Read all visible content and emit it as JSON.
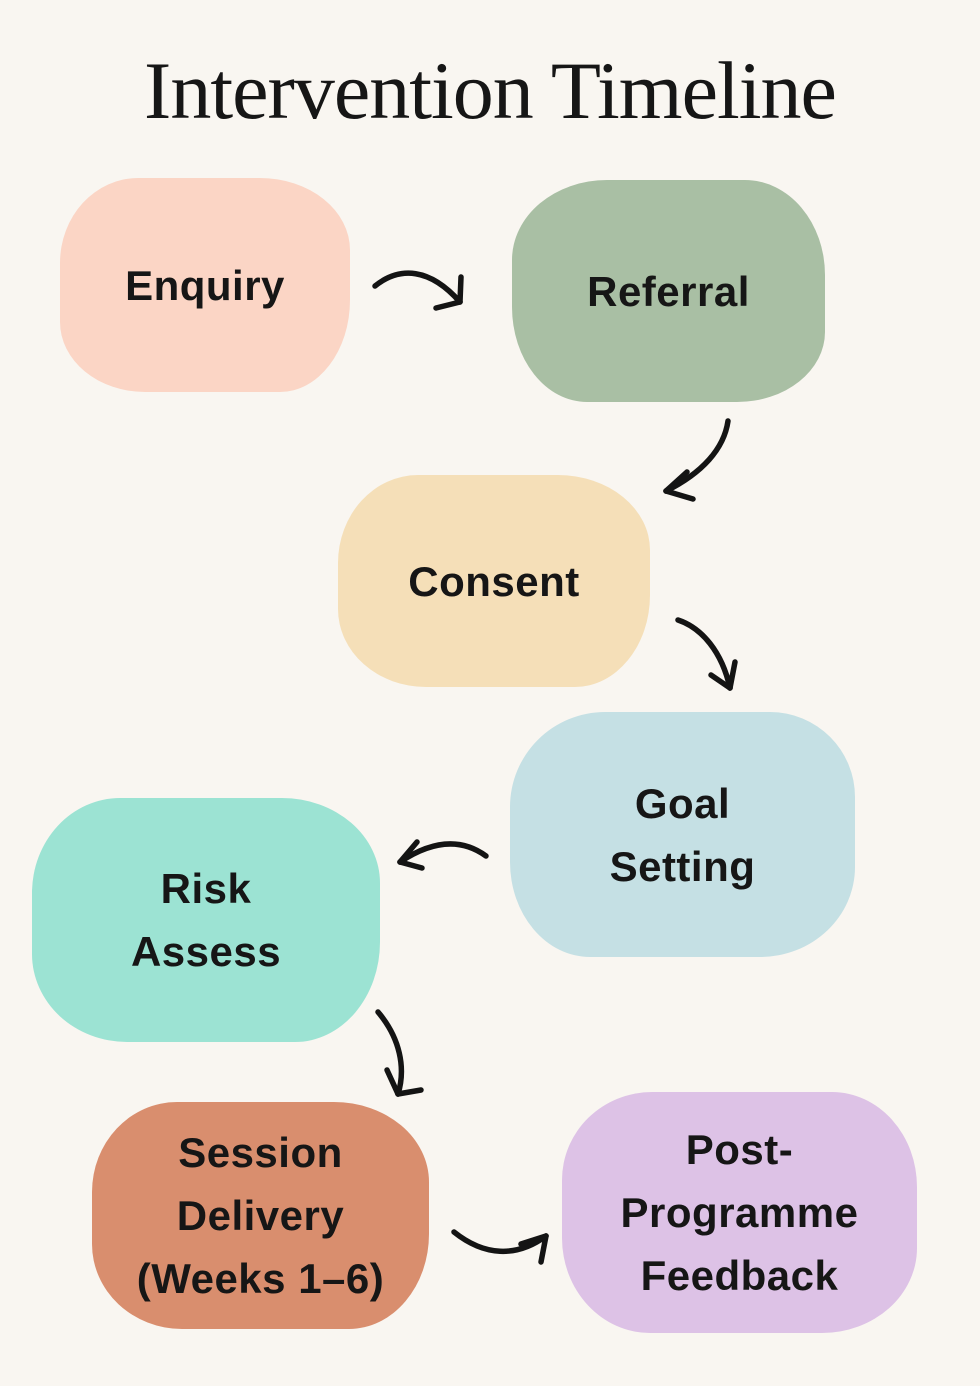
{
  "title": "Intervention Timeline",
  "colors": {
    "background": "#f9f6f1",
    "text": "#161616",
    "arrow": "#141414"
  },
  "nodes": [
    {
      "id": "enquiry",
      "label": "Enquiry",
      "fill": "#fbd5c5"
    },
    {
      "id": "referral",
      "label": "Referral",
      "fill": "#a9bfa4"
    },
    {
      "id": "consent",
      "label": "Consent",
      "fill": "#f5dfb8"
    },
    {
      "id": "goal-setting",
      "label": "Goal Setting",
      "fill": "#c5e0e4"
    },
    {
      "id": "risk-assess",
      "label": "Risk Assess",
      "fill": "#9ce3d3"
    },
    {
      "id": "session-delivery",
      "label": "Session Delivery (Weeks 1–6)",
      "fill": "#d98e6e"
    },
    {
      "id": "post-programme-feedback",
      "label": "Post-Programme Feedback",
      "fill": "#ddc2e6"
    }
  ],
  "connections": [
    {
      "from": "enquiry",
      "to": "referral"
    },
    {
      "from": "referral",
      "to": "consent"
    },
    {
      "from": "consent",
      "to": "goal-setting"
    },
    {
      "from": "goal-setting",
      "to": "risk-assess"
    },
    {
      "from": "risk-assess",
      "to": "session-delivery"
    },
    {
      "from": "session-delivery",
      "to": "post-programme-feedback"
    }
  ]
}
